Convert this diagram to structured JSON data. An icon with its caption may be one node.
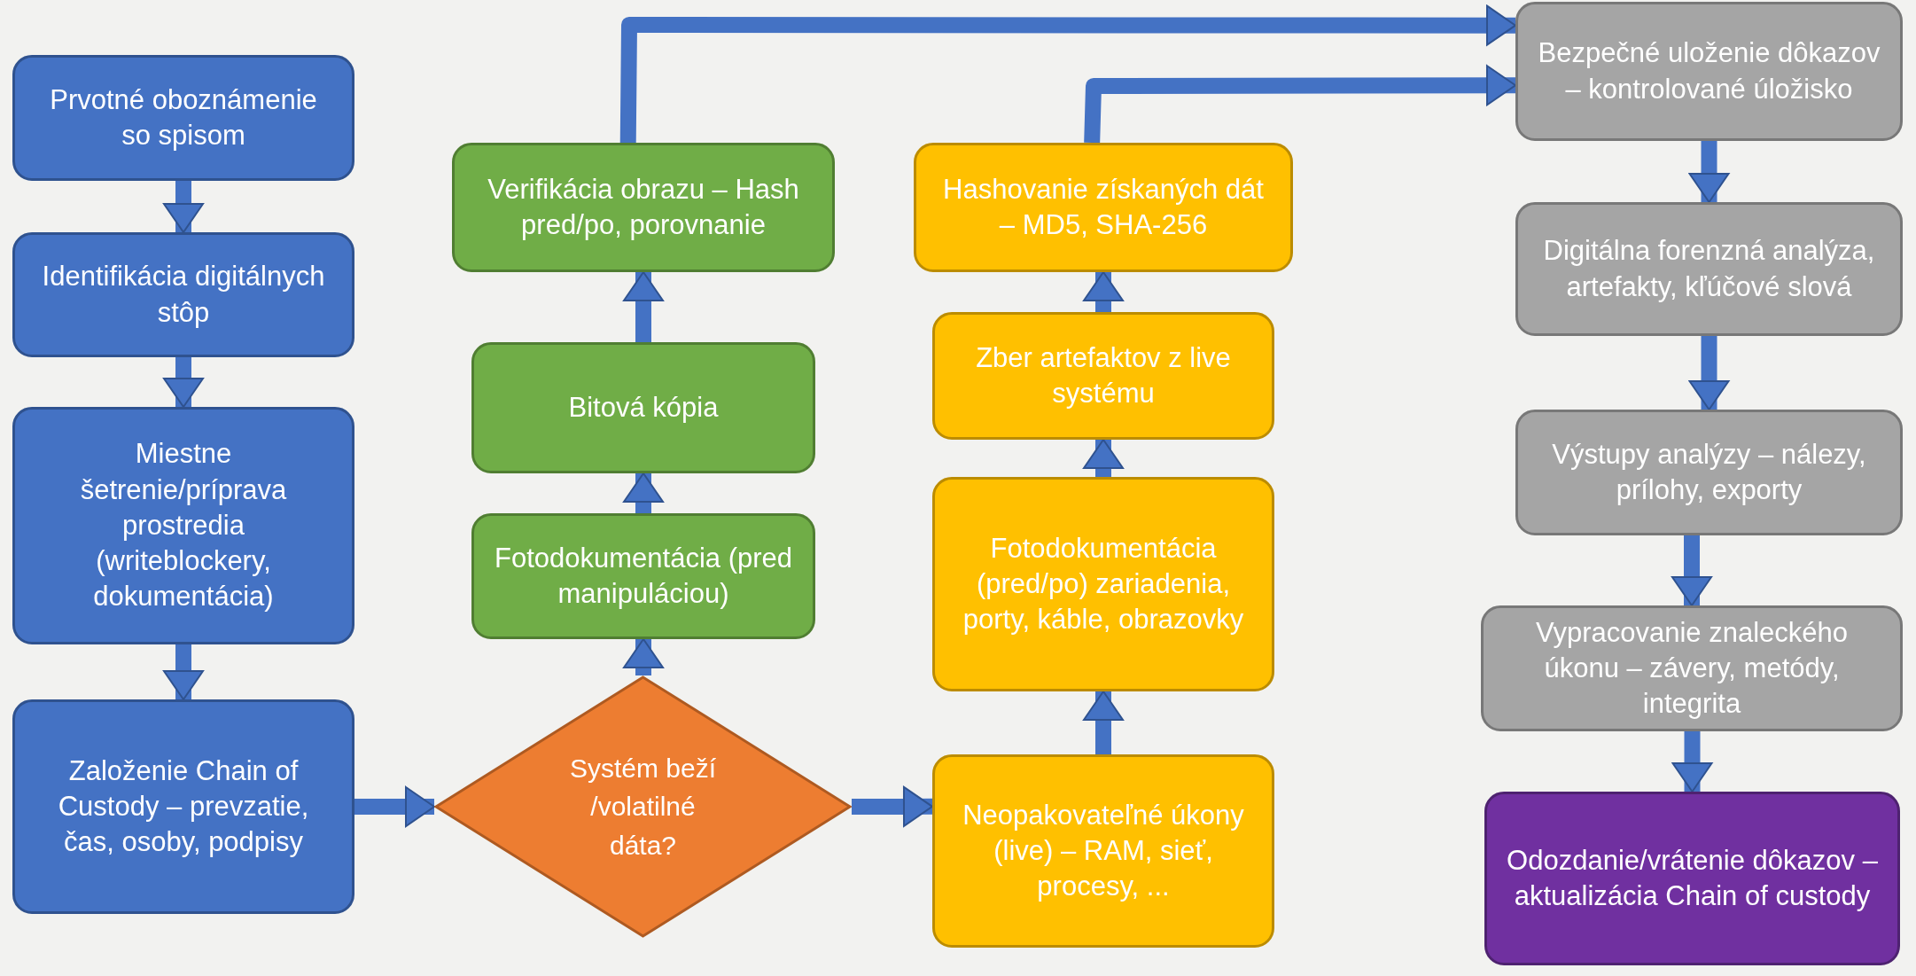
{
  "diagram": {
    "nodes": [
      {
        "text": [
          "Prvotné oboznámenie so spisom"
        ]
      },
      {
        "text": [
          "Identifikácia digitálnych stôp"
        ]
      },
      {
        "text": [
          "Miestne šetrenie/príprava prostredia (writeblockery, dokumentácia)"
        ]
      },
      {
        "text": [
          "Založenie Chain of Custody – prevzatie, čas, osoby, podpisy"
        ]
      },
      {
        "text": [
          "Systém beží /volatilné dáta?"
        ]
      },
      {
        "text": [
          "Fotodokumentácia (pred manipuláciou)"
        ]
      },
      {
        "text": [
          "Bitová kópia"
        ]
      },
      {
        "text": [
          "Verifikácia obrazu – Hash pred/po, porovnanie"
        ]
      },
      {
        "text": [
          "Neopakovateľné úkony (live) – RAM, sieť, procesy, ..."
        ]
      },
      {
        "text": [
          "Fotodokumentácia (pred/po) zariadenia, porty, káble, obrazovky"
        ]
      },
      {
        "text": [
          "Zber artefaktov z live systému"
        ]
      },
      {
        "text": [
          "Hashovanie získaných dát – MD5, SHA-256"
        ]
      },
      {
        "text": [
          "Bezpečné uloženie dôkazov – kontrolované úložisko"
        ]
      },
      {
        "text": [
          "Digitálna forenzná analýza, artefakty, kľúčové slová"
        ]
      },
      {
        "text": [
          "Výstupy analýzy – nálezy, prílohy, exporty"
        ]
      },
      {
        "text": [
          "Vypracovanie znaleckého úkonu – závery, metódy, integrita"
        ]
      },
      {
        "text": [
          "Odozdanie/vrátenie dôkazov – aktualizácia Chain of custody"
        ]
      }
    ],
    "edges": [
      {
        "from": 0,
        "to": 1,
        "arrow": "to"
      },
      {
        "from": 1,
        "to": 2,
        "arrow": "to"
      },
      {
        "from": 2,
        "to": 3,
        "arrow": "to"
      },
      {
        "from": 3,
        "to": 4,
        "arrow": "to"
      },
      {
        "from": 4,
        "to": 5,
        "arrow": "to"
      },
      {
        "from": 5,
        "to": 6,
        "arrow": "to"
      },
      {
        "from": 6,
        "to": 7,
        "arrow": "to"
      },
      {
        "from": 7,
        "to": 12,
        "arrow": "to"
      },
      {
        "from": 4,
        "to": 8,
        "arrow": "to"
      },
      {
        "from": 8,
        "to": 9,
        "arrow": "to"
      },
      {
        "from": 9,
        "to": 10,
        "arrow": "to"
      },
      {
        "from": 10,
        "to": 11,
        "arrow": "to"
      },
      {
        "from": 11,
        "to": 12,
        "arrow": "to"
      },
      {
        "from": 12,
        "to": 13,
        "arrow": "to"
      },
      {
        "from": 13,
        "to": 14,
        "arrow": "to"
      },
      {
        "from": 14,
        "to": 15,
        "arrow": "to"
      },
      {
        "from": 15,
        "to": 16,
        "arrow": "to"
      }
    ]
  }
}
